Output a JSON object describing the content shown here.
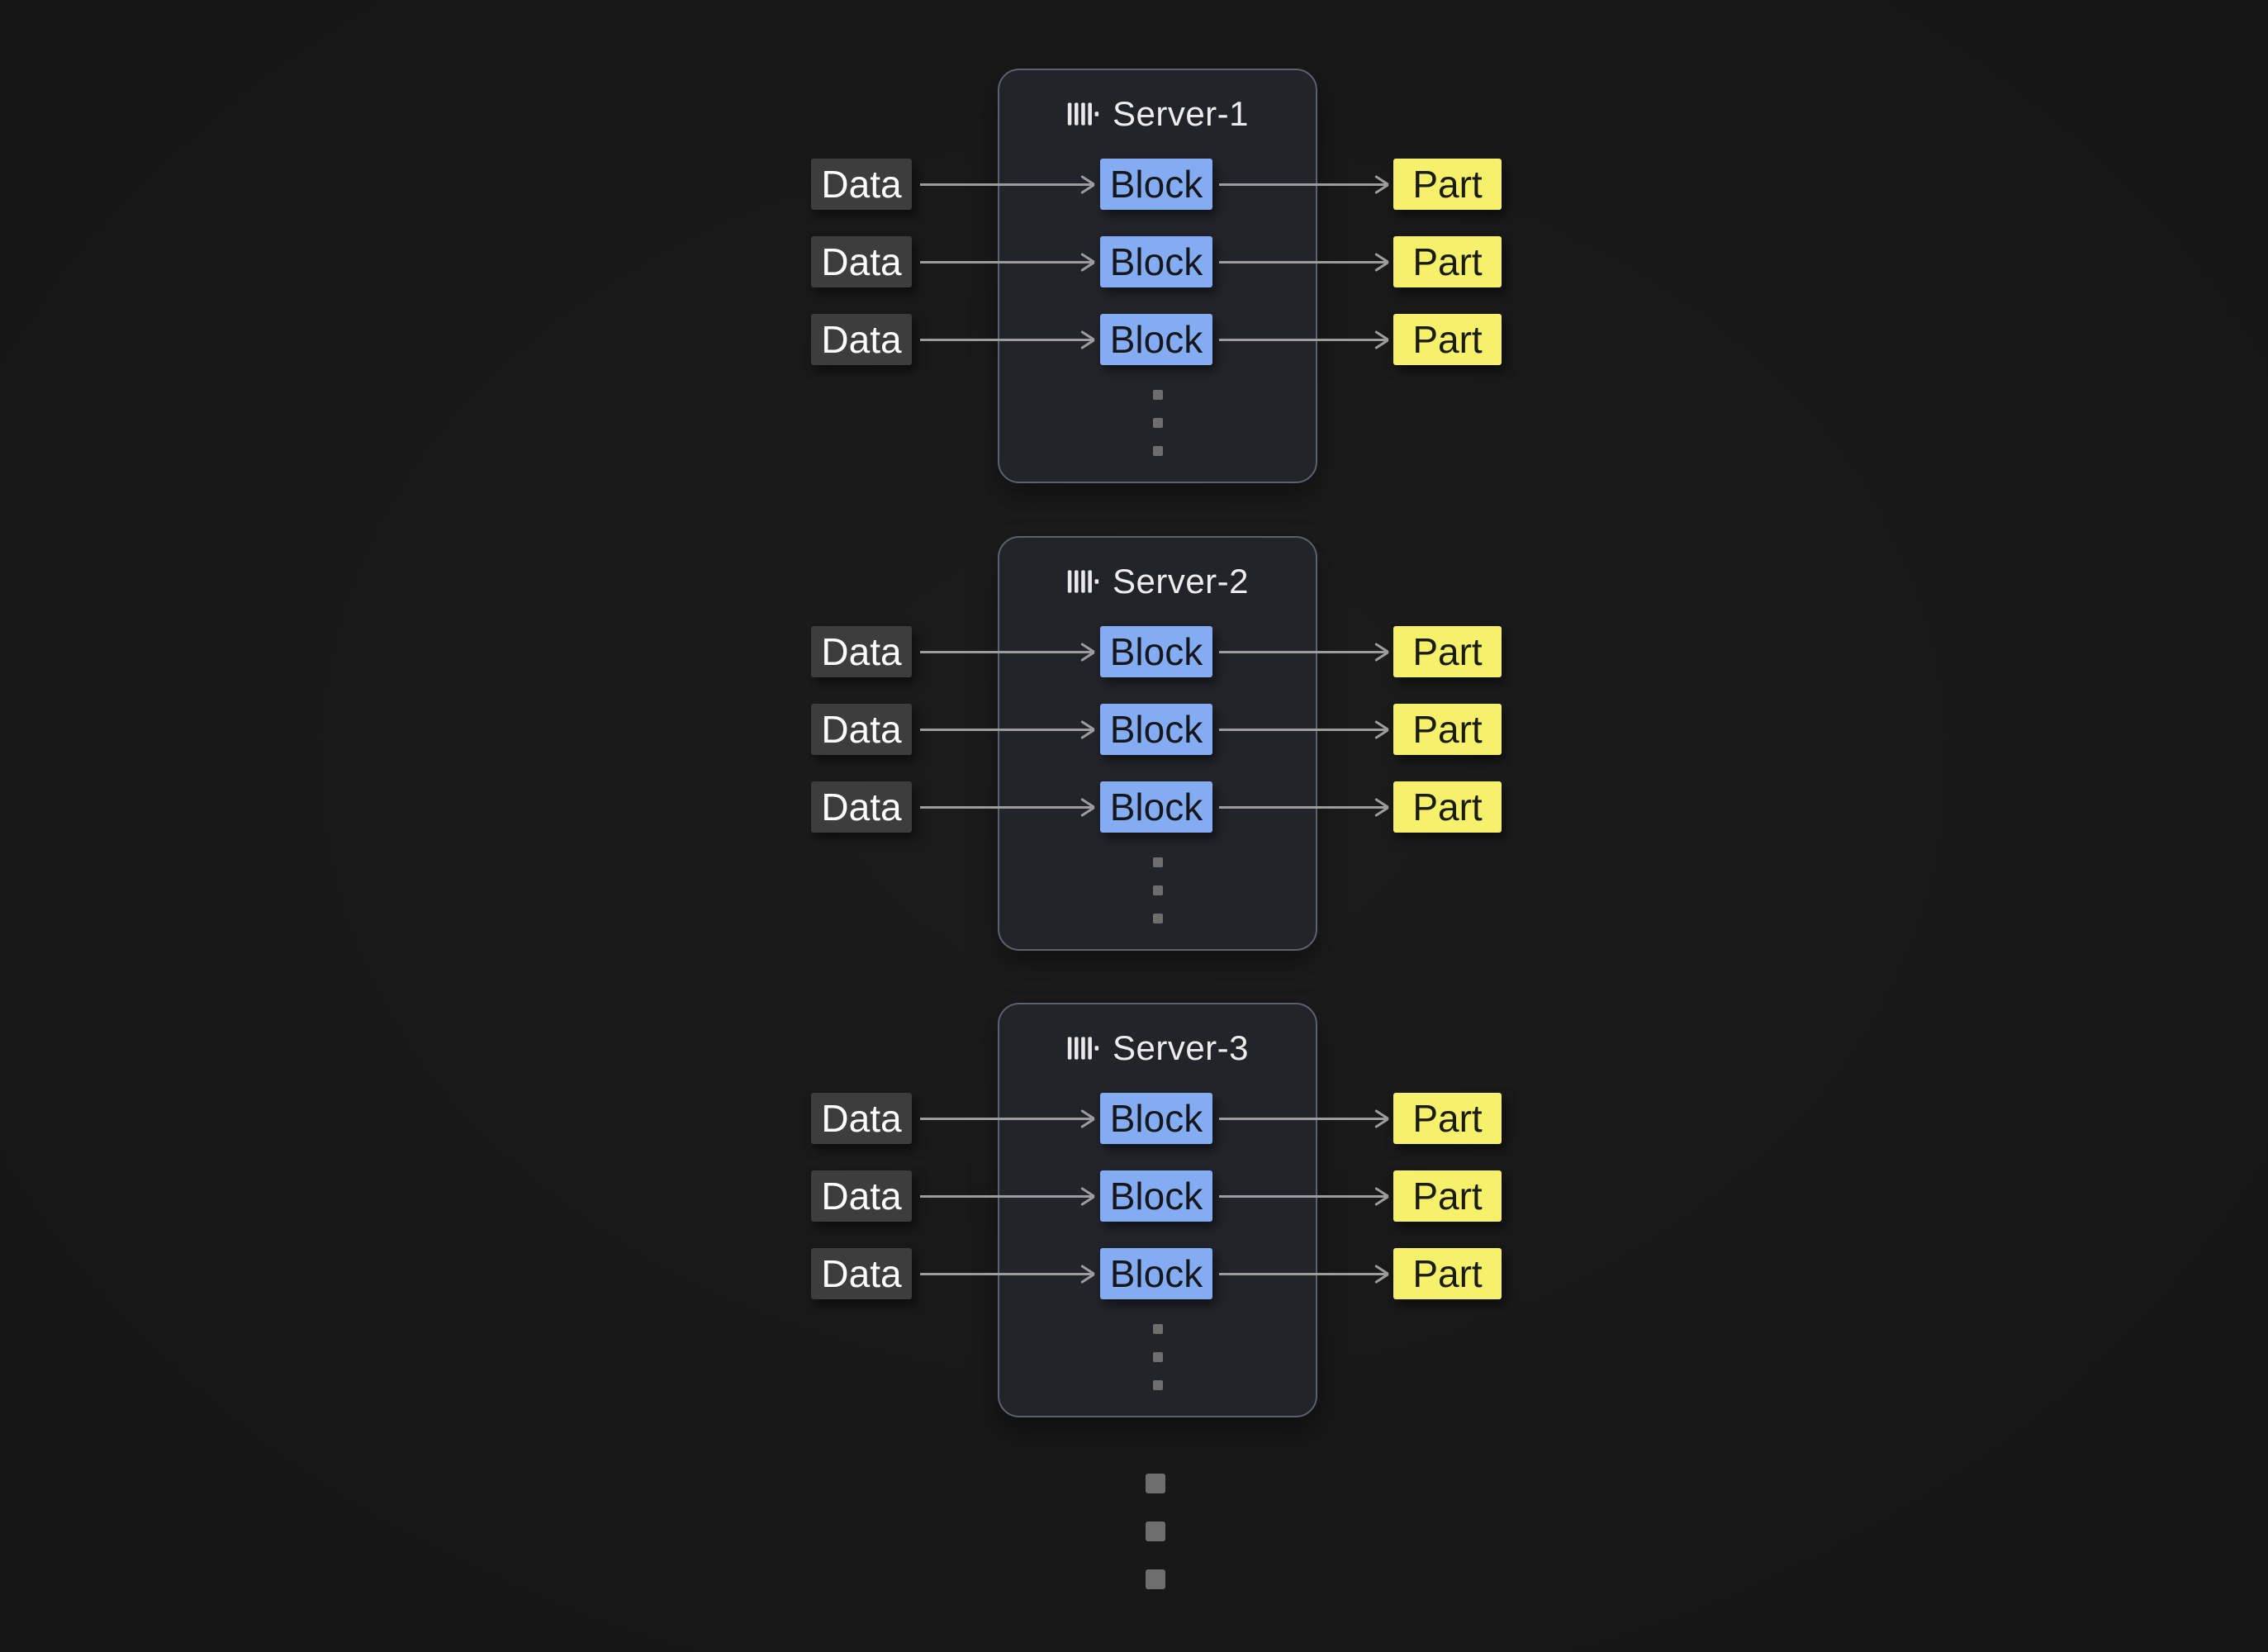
{
  "diagram": {
    "colors": {
      "background": "#1a1a1a",
      "container-bg": "#22242a",
      "container-border": "#5d606d",
      "title-text": "#ececec",
      "data-bg": "#3d3d3d",
      "data-text": "#ffffff",
      "block-bg": "#84acf3",
      "block-text": "#15171c",
      "part-bg": "#f5f16a",
      "part-text": "#1b1b12",
      "arrow": "#9c9c9c",
      "dot": "#6e6e6e",
      "icon": "#e9e9e9"
    },
    "servers": [
      {
        "title": "Server-1",
        "icon": "server-queue-icon",
        "rows": [
          {
            "data": "Data",
            "block": "Block",
            "part": "Part"
          },
          {
            "data": "Data",
            "block": "Block",
            "part": "Part"
          },
          {
            "data": "Data",
            "block": "Block",
            "part": "Part"
          }
        ]
      },
      {
        "title": "Server-2",
        "icon": "server-queue-icon",
        "rows": [
          {
            "data": "Data",
            "block": "Block",
            "part": "Part"
          },
          {
            "data": "Data",
            "block": "Block",
            "part": "Part"
          },
          {
            "data": "Data",
            "block": "Block",
            "part": "Part"
          }
        ]
      },
      {
        "title": "Server-3",
        "icon": "server-queue-icon",
        "rows": [
          {
            "data": "Data",
            "block": "Block",
            "part": "Part"
          },
          {
            "data": "Data",
            "block": "Block",
            "part": "Part"
          },
          {
            "data": "Data",
            "block": "Block",
            "part": "Part"
          }
        ]
      }
    ]
  }
}
